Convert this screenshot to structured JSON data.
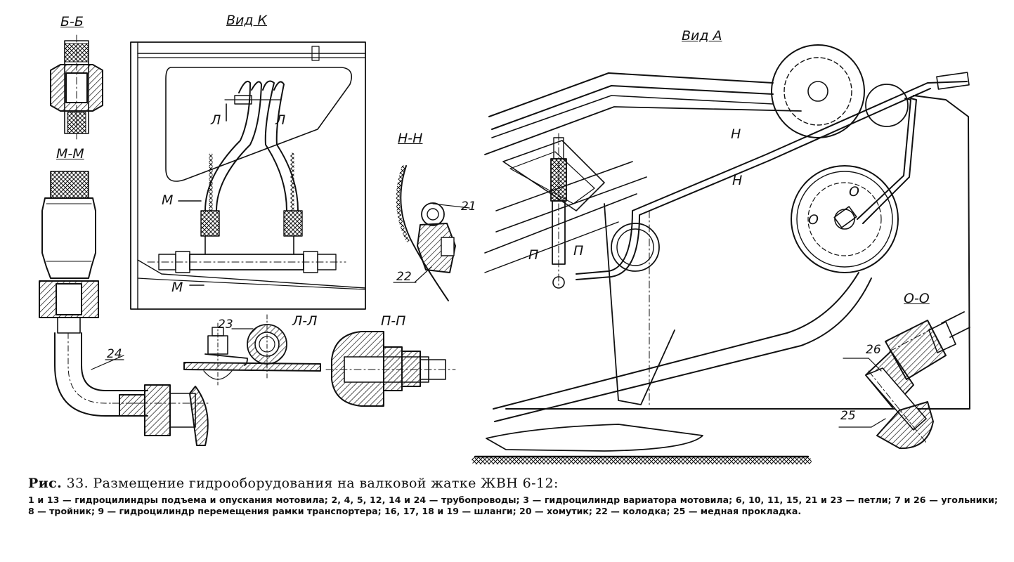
{
  "sections": {
    "bb": "Б-Б",
    "mm": "М-М",
    "vid_k": "Вид К",
    "nn": "Н-Н",
    "vid_a": "Вид А",
    "ll": "Л-Л",
    "pp": "П-П",
    "oo": "О-О"
  },
  "marks": {
    "l": "Л",
    "m": "М",
    "n": "Н",
    "p": "П",
    "o": "О"
  },
  "callouts": [
    "21",
    "22",
    "23",
    "24",
    "25",
    "26"
  ],
  "caption": {
    "prefix": "Рис.",
    "number": "33.",
    "title": "Размещение гидрооборудования на валковой жатке ЖВН 6-12:",
    "body": "1 и 13 — гидроцилиндры подъема и опускания мотовила; 2, 4, 5, 12, 14 и 24 — трубопроводы; 3 — гидроцилиндр вариатора мотовила; 6, 10, 11, 15, 21 и 23 — петли; 7 и 26 — угольники; 8 — тройник; 9 — гидроцилиндр перемещения рамки транспортера; 16, 17, 18 и 19 — шланги; 20 — хомутик; 22 — колодка; 25 — медная прокладка."
  }
}
